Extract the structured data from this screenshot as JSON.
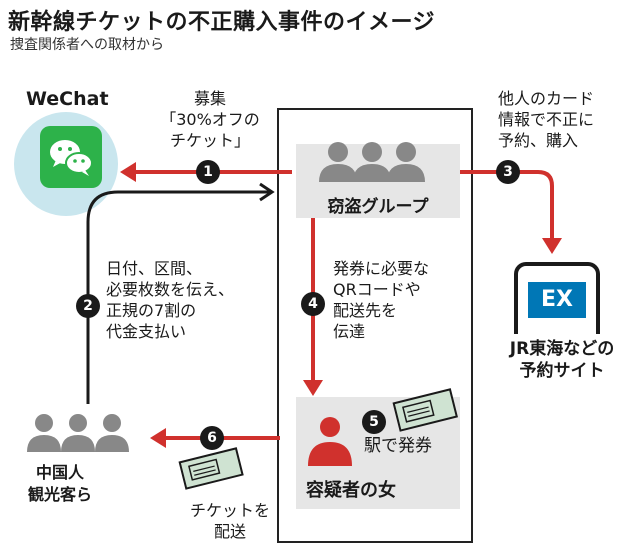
{
  "header": {
    "title": "新幹線チケットの不正購入事件のイメージ",
    "subtitle": "捜査関係者への取材から"
  },
  "wechat": {
    "label": "WeChat",
    "icon": "wechat-icon",
    "color": "#2db24a"
  },
  "theft_group": {
    "label": "窃盗グループ",
    "icon": "people-group-icon"
  },
  "suspect": {
    "label": "容疑者の女",
    "icon": "woman-icon"
  },
  "tourists": {
    "label_line1": "中国人",
    "label_line2": "観光客ら",
    "icon": "people-group-icon"
  },
  "jr_site": {
    "badge": "EX",
    "label_line1": "JR東海などの",
    "label_line2": "予約サイト",
    "icon": "smartphone-icon",
    "badge_color": "#0077b6"
  },
  "steps": [
    {
      "num": "1",
      "lines": [
        "募集",
        "「30%オフの",
        "チケット」"
      ]
    },
    {
      "num": "2",
      "lines": [
        "日付、区間、",
        "必要枚数を伝え、",
        "正規の7割の",
        "代金支払い"
      ]
    },
    {
      "num": "3",
      "lines": [
        "他人のカード",
        "情報で不正に",
        "予約、購入"
      ]
    },
    {
      "num": "4",
      "lines": [
        "発券に必要な",
        "QRコードや",
        "配送先を",
        "伝達"
      ]
    },
    {
      "num": "5",
      "lines": [
        "駅で発券"
      ]
    },
    {
      "num": "6",
      "lines": [
        "チケットを",
        "配送"
      ]
    }
  ],
  "colors": {
    "arrow_red": "#d0312d",
    "arrow_black": "#1a1a1a",
    "box_gray": "#e6e6e6",
    "ticket_green": "#cfe3d2"
  }
}
